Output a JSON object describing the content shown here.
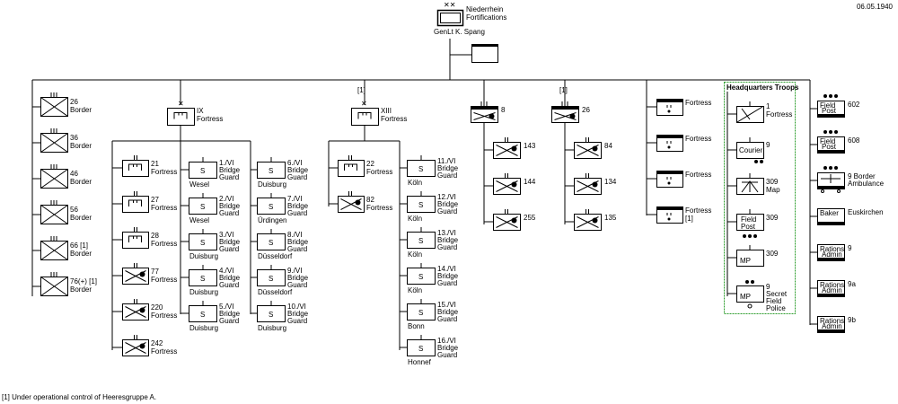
{
  "date": "06.05.1940",
  "footnote": "[1] Under operational control of Heeresgruppe A.",
  "hq": {
    "name1": "Niederrhein",
    "name2": "Fortifications",
    "commander": "GenLt  K. Spang"
  },
  "border_units": [
    {
      "num": "26",
      "label": "Border"
    },
    {
      "num": "36",
      "label": "Border"
    },
    {
      "num": "46",
      "label": "Border"
    },
    {
      "num": "56",
      "label": "Border"
    },
    {
      "num": "66 [1]",
      "label": "Border"
    },
    {
      "num": "76(+) [1]",
      "label": "Border"
    }
  ],
  "ix_fortress": {
    "label": "IX",
    "sublabel": "Fortress",
    "fortress_units": [
      {
        "num": "21",
        "label": "Fortress"
      },
      {
        "num": "27",
        "label": "Fortress"
      },
      {
        "num": "28",
        "label": "Fortress"
      },
      {
        "num": "77",
        "label": "Fortress"
      },
      {
        "num": "220",
        "label": "Fortress"
      },
      {
        "num": "242",
        "label": "Fortress"
      }
    ],
    "bridge_col1": [
      {
        "num": "1./VI",
        "place": "Wesel"
      },
      {
        "num": "2./VI",
        "place": "Wesel"
      },
      {
        "num": "3./VI",
        "place": "Duisburg"
      },
      {
        "num": "4./VI",
        "place": "Duisburg"
      },
      {
        "num": "5./VI",
        "place": "Duisburg"
      }
    ],
    "bridge_col2": [
      {
        "num": "6./VI",
        "place": "Duisburg"
      },
      {
        "num": "7./VI",
        "place": "Ürdingen"
      },
      {
        "num": "8./VI",
        "place": "Düsseldorf"
      },
      {
        "num": "9./VI",
        "place": "Düsseldorf"
      },
      {
        "num": "10./VI",
        "place": "Duisburg"
      }
    ]
  },
  "xiii_fortress": {
    "note": "[1]",
    "label": "XIII",
    "sublabel": "Fortress",
    "units": [
      {
        "num": "22",
        "label": "Fortress"
      },
      {
        "num": "82",
        "label": "Fortress"
      }
    ],
    "bridge": [
      {
        "num": "11./VI",
        "place": "Köln"
      },
      {
        "num": "12./VI",
        "place": "Köln"
      },
      {
        "num": "13./VI",
        "place": "Köln"
      },
      {
        "num": "14./VI",
        "place": "Köln"
      },
      {
        "num": "15./VI",
        "place": "Bonn"
      },
      {
        "num": "16./VI",
        "place": "Honnef"
      }
    ]
  },
  "bridge_word1": "Bridge",
  "bridge_word2": "Guard",
  "s_letter": "S",
  "pioneer8": {
    "num": "8",
    "subs": [
      "143",
      "144",
      "255"
    ]
  },
  "pioneer26": {
    "num": "26",
    "note": "[1]",
    "subs": [
      "84",
      "134",
      "135"
    ]
  },
  "fortress_column": [
    {
      "label": "Fortress",
      "label2": ""
    },
    {
      "label": "Fortress",
      "label2": ""
    },
    {
      "label": "Fortress",
      "label2": ""
    },
    {
      "label": "Fortress",
      "label2": "[1]"
    }
  ],
  "hq_troops": {
    "title": "Headquarters Troops",
    "signal": {
      "num": "1",
      "label": "Fortress"
    },
    "courier": {
      "text": "Courier",
      "num": "9"
    },
    "map": {
      "text": "Map",
      "num": "309"
    },
    "field_post": {
      "text1": "Field",
      "text2": "Post",
      "num": "309"
    },
    "mp": {
      "text": "MP",
      "num": "309"
    },
    "mp_secret": {
      "text": "MP",
      "num": "9",
      "l1": "Secret",
      "l2": "Field",
      "l3": "Police"
    }
  },
  "services": [
    {
      "box1": "Field",
      "box2": "Post",
      "num": "602"
    },
    {
      "box1": "Field",
      "box2": "Post",
      "num": "608"
    },
    {
      "box1": "",
      "box2": "",
      "num": "9 Border",
      "num2": "Ambulance"
    },
    {
      "box1": "Baker",
      "box2": "",
      "num": "Euskirchen"
    },
    {
      "box1": "Rations",
      "box2": "Admin",
      "num": "9"
    },
    {
      "box1": "Rations",
      "box2": "Admin",
      "num": "9a"
    },
    {
      "box1": "Rations",
      "box2": "Admin",
      "num": "9b"
    }
  ],
  "colors": {
    "line": "#000000",
    "hq_border": "#2e9e2e",
    "hq_title": "#2e9e2e"
  }
}
